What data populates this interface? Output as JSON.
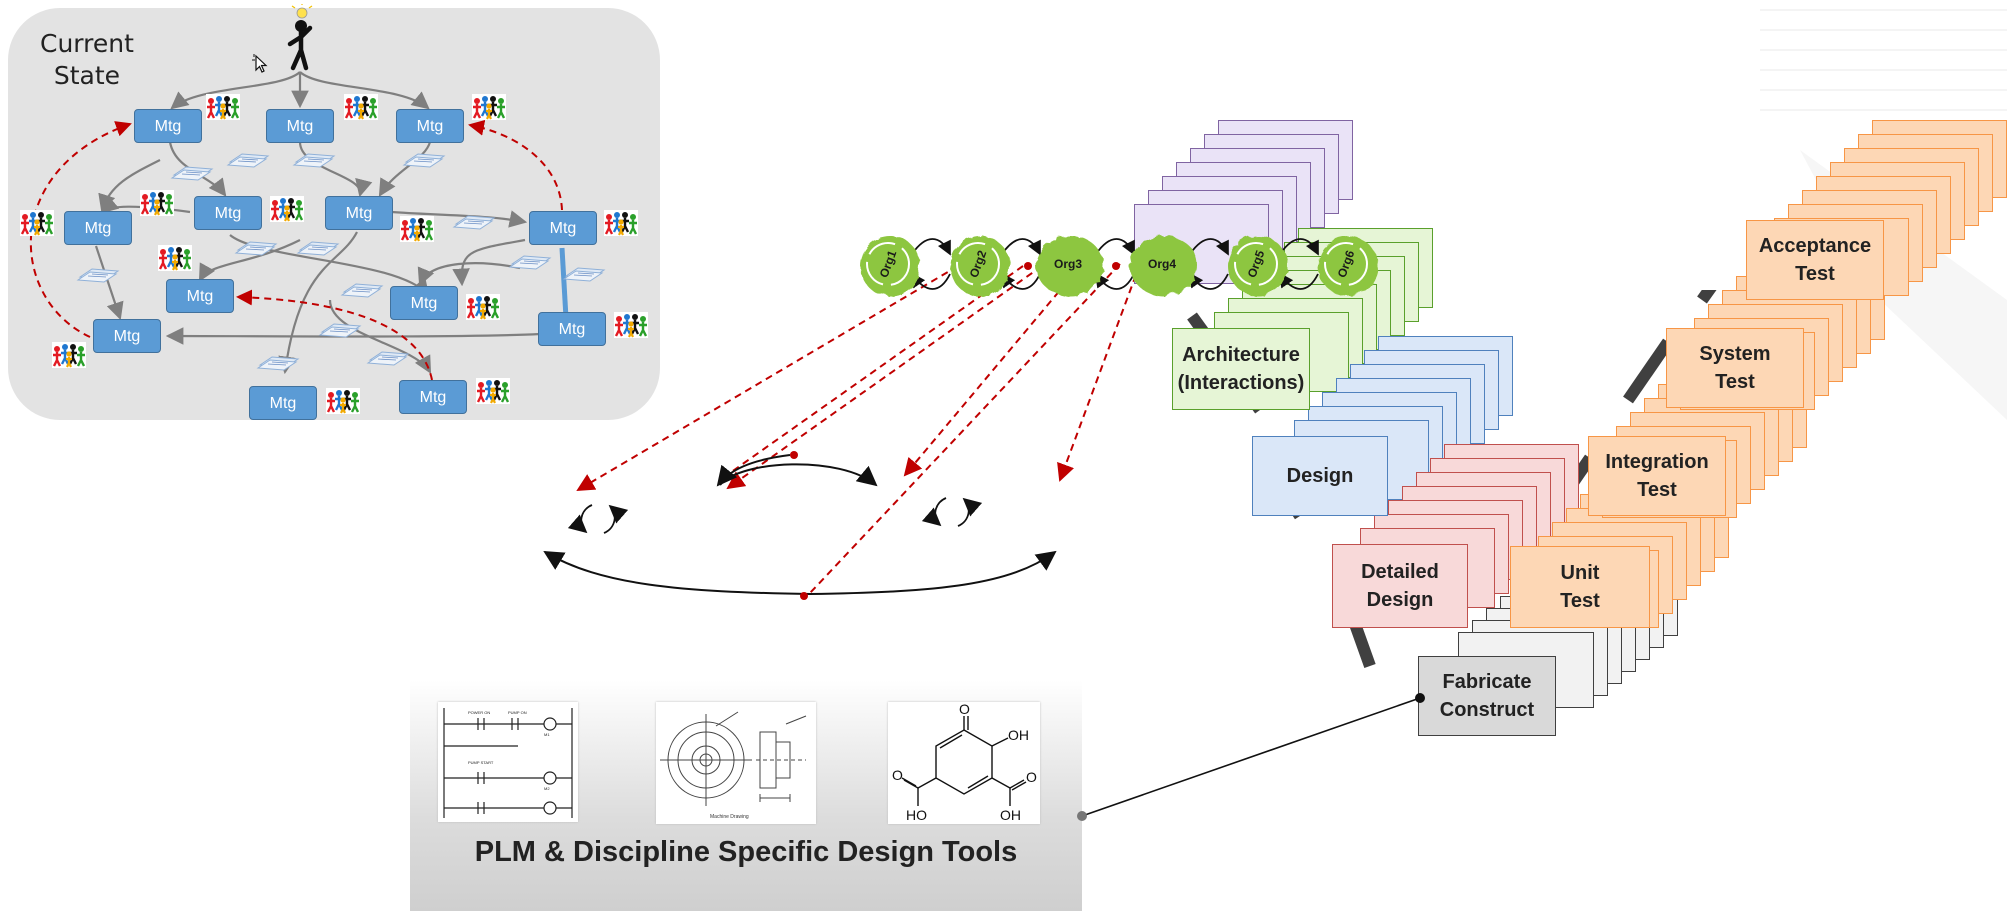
{
  "current_state": {
    "title": "Current\nState",
    "mtg_label": "Mtg",
    "meetings": [
      {
        "id": "m1",
        "label": "Mtg"
      },
      {
        "id": "m2",
        "label": "Mtg"
      },
      {
        "id": "m3",
        "label": "Mtg"
      },
      {
        "id": "m4",
        "label": "Mtg"
      },
      {
        "id": "m5",
        "label": "Mtg"
      },
      {
        "id": "m6",
        "label": "Mtg"
      },
      {
        "id": "m7",
        "label": "Mtg"
      },
      {
        "id": "m8",
        "label": "Mtg"
      },
      {
        "id": "m9",
        "label": "Mtg"
      },
      {
        "id": "m10",
        "label": "Mtg"
      },
      {
        "id": "m11",
        "label": "Mtg"
      },
      {
        "id": "m12",
        "label": "Mtg"
      },
      {
        "id": "m13",
        "label": "Mtg"
      }
    ]
  },
  "orgs": [
    "Org1",
    "Org2",
    "Org3",
    "Org4",
    "Org5",
    "Org6"
  ],
  "vee": {
    "architecture": "Architecture\n(Interactions)",
    "design": "Design",
    "detailed_design": "Detailed\nDesign",
    "fabricate": "Fabricate\nConstruct",
    "unit_test": "Unit\nTest",
    "integration_test": "Integration\nTest",
    "system_test": "System\nTest",
    "acceptance_test": "Acceptance\nTest"
  },
  "tools": {
    "caption": "PLM & Discipline Specific Design Tools",
    "thumb_labels": {
      "ladder": [
        "POWER ON",
        "PUMP START",
        "PUMP ON",
        "M1",
        "M2"
      ],
      "drawing": [
        "Machine Drawing"
      ],
      "molecule": [
        "O",
        "OH",
        "HO",
        "O",
        "O",
        "OH"
      ]
    }
  },
  "colors": {
    "panel_bg": "#e3e3e3",
    "mtg_fill": "#5b9bd5",
    "org_green": "#8dc63f",
    "arch_fill": "#e6f5d6",
    "design_fill": "#dae7f8",
    "detail_fill": "#f8d9d9",
    "test_fill": "#fdd7b5",
    "fab_fill": "#d9d9d9",
    "dash_red": "#c00000"
  }
}
